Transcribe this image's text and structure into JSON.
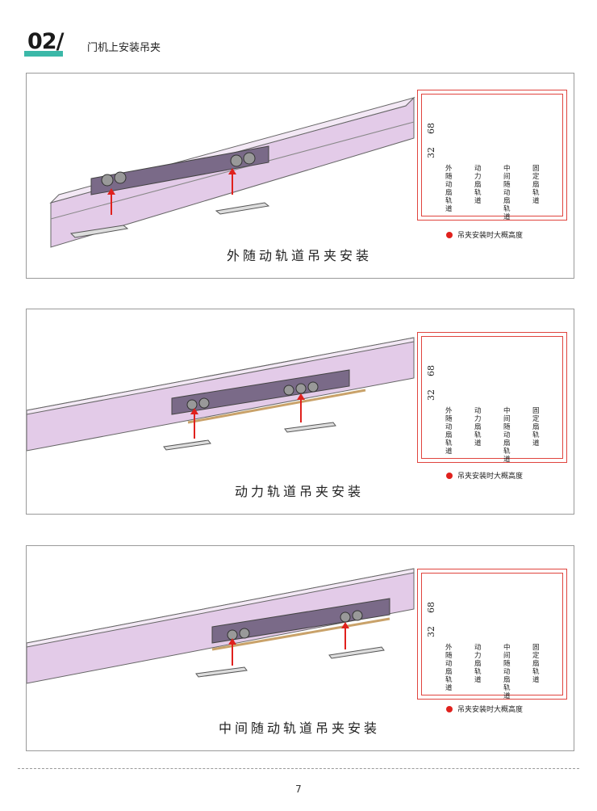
{
  "header": {
    "section_number": "02/",
    "section_title": "门机上安装吊夹"
  },
  "panels": [
    {
      "caption": "外随动轨道吊夹安装",
      "inset": {
        "dim_top": "68",
        "dim_bottom": "32",
        "labels": [
          "外随动扇轨道",
          "动力扇轨道",
          "中间随动扇轨道",
          "固定扇轨道"
        ],
        "legend": "吊夹安装时大概高度"
      }
    },
    {
      "caption": "动力轨道吊夹安装",
      "inset": {
        "dim_top": "68",
        "dim_bottom": "32",
        "labels": [
          "外随动扇轨道",
          "动力扇轨道",
          "中间随动扇轨道",
          "固定扇轨道"
        ],
        "legend": "吊夹安装时大概高度"
      }
    },
    {
      "caption": "中间随动轨道吊夹安装",
      "inset": {
        "dim_top": "68",
        "dim_bottom": "32",
        "labels": [
          "外随动扇轨道",
          "动力扇轨道",
          "中间随动扇轨道",
          "固定扇轨道"
        ],
        "legend": "吊夹安装时大概高度"
      }
    }
  ],
  "colors": {
    "accent": "#3bb8a8",
    "rail": "#e3cbe8",
    "marker": "#e0211d",
    "inset_border": "#e0443e"
  },
  "footer": {
    "page_number": "7"
  }
}
